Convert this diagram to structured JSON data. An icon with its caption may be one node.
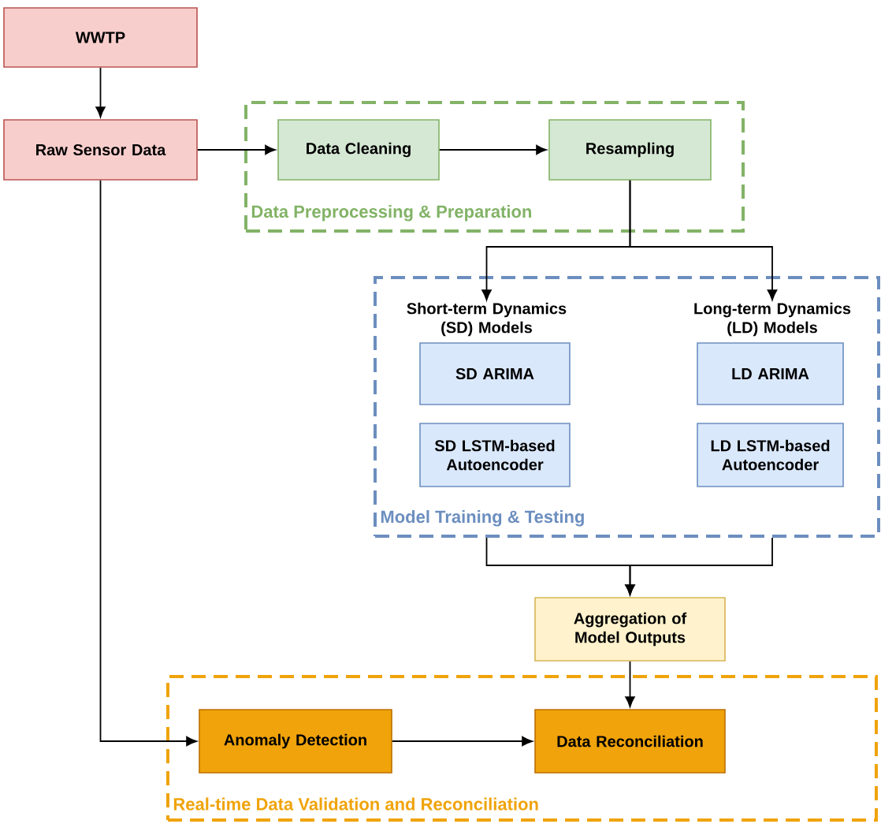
{
  "diagram": {
    "nodes": [
      {
        "text": [
          "WWTP"
        ]
      },
      {
        "text": [
          "Raw Sensor Data"
        ]
      },
      {
        "text": [
          "Data Preprocessing & Preparation"
        ]
      },
      {
        "text": [
          "Data Cleaning"
        ],
        "in": 2
      },
      {
        "text": [
          "Resampling"
        ],
        "in": 2
      },
      {
        "text": [
          "Model Training & Testing"
        ]
      },
      {
        "text": [
          "Short-term Dynamics (SD) Models"
        ],
        "in": 5
      },
      {
        "text": [
          "SD ARIMA"
        ],
        "in": 5
      },
      {
        "text": [
          "SD LSTM-based Autoencoder"
        ],
        "in": 5
      },
      {
        "text": [
          "Long-term Dynamics (LD) Models"
        ],
        "in": 5
      },
      {
        "text": [
          "LD ARIMA"
        ],
        "in": 5
      },
      {
        "text": [
          "LD LSTM-based Autoencoder"
        ],
        "in": 5
      },
      {
        "text": [
          "Aggregation of Model Outputs"
        ]
      },
      {
        "text": [
          "Real-time Data Validation and Reconciliation"
        ]
      },
      {
        "text": [
          "Anomaly Detection"
        ],
        "in": 13
      },
      {
        "text": [
          "Data Reconciliation"
        ],
        "in": 13
      }
    ],
    "edges": [
      {
        "from": 0,
        "to": 1,
        "arrow": "to"
      },
      {
        "from": 1,
        "to": 3,
        "arrow": "to"
      },
      {
        "from": 3,
        "to": 4,
        "arrow": "to"
      },
      {
        "from": 4,
        "to": 6,
        "arrow": "to"
      },
      {
        "from": 4,
        "to": 9,
        "arrow": "to"
      },
      {
        "from": 5,
        "to": 12,
        "arrow": "to"
      },
      {
        "from": 5,
        "to": 12,
        "arrow": "to"
      },
      {
        "from": 12,
        "to": 15,
        "arrow": "to"
      },
      {
        "from": 1,
        "to": 14,
        "arrow": "to"
      },
      {
        "from": 14,
        "to": 15,
        "arrow": "to"
      }
    ]
  }
}
